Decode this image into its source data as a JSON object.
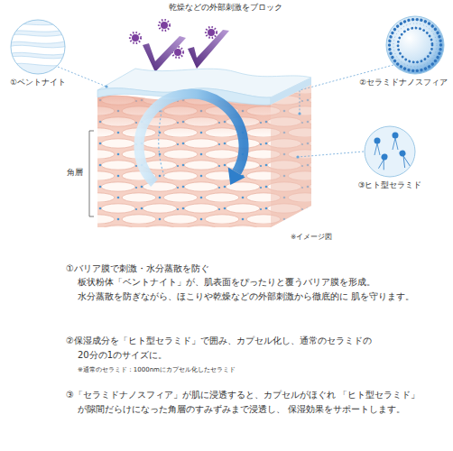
{
  "diagram": {
    "nodes": [
      {
        "text": [
          "①ベントナイト"
        ]
      },
      {
        "text": [
          "②セラミドナノスフィア"
        ]
      },
      {
        "text": [
          "③ヒト型セラミド"
        ]
      }
    ],
    "labels": [
      "乾燥などの外部刺激をブロック",
      "角層",
      "※イメージ図",
      "①バリア膜で刺激・水分蒸散を防ぐ",
      "板状粉体「ベントナイト」が、肌表面をぴったりと覆うバリア膜を形成。 水分蒸散を防ぎながら、ほこりや乾燥などの外部刺激から徹底的に 肌を守ります。",
      "②保湿成分を「ヒト型セラミド」で囲み、カプセル化し、通常のセラミドの 20分の1のサイズに。",
      "※通常のセラミド：1000nmにカプセル化したセラミド",
      "③「セラミドナノスフィア」が肌に浸透すると、カプセルがほぐれ 「ヒト型セラミド」が隙間だらけになった角層のすみずみまで浸透し、 保湿効果をサポートします。"
    ]
  }
}
